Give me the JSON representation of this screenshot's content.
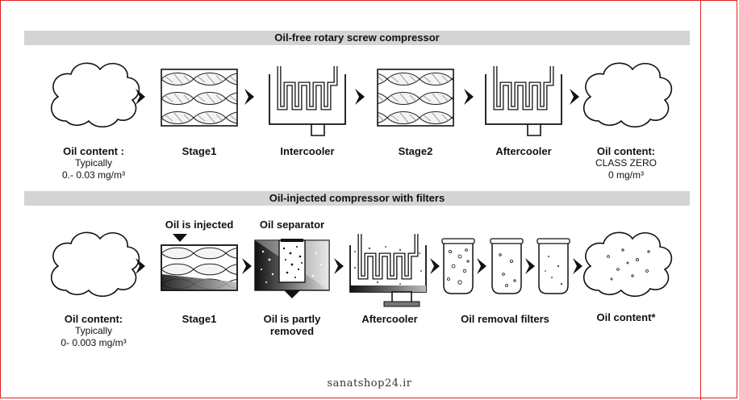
{
  "sections": [
    {
      "title": "Oil-free rotary screw compressor",
      "input": {
        "heading": "Oil content :",
        "line1": "Typically",
        "line2": "0.- 0.03 mg/m³"
      },
      "stages": [
        "Stage1",
        "Intercooler",
        "Stage2",
        "Aftercooler"
      ],
      "output": {
        "heading": "Oil content:",
        "line1": "CLASS ZERO",
        "line2": "0 mg/m³"
      }
    },
    {
      "title": "Oil-injected compressor with filters",
      "input": {
        "heading": "Oil content:",
        "line1": "Typically",
        "line2": "0- 0.003 mg/m³"
      },
      "injected_label": "Oil is injected",
      "separator_label": "Oil separator",
      "stages": [
        "Stage1",
        "Oil is partly removed",
        "Aftercooler",
        "Oil removal filters"
      ],
      "output": {
        "heading": "Oil content*"
      }
    }
  ],
  "watermark": "sanatshop24.ir",
  "colors": {
    "frame": "#dd2222",
    "band": "#d4d4d4",
    "ink": "#111111"
  }
}
